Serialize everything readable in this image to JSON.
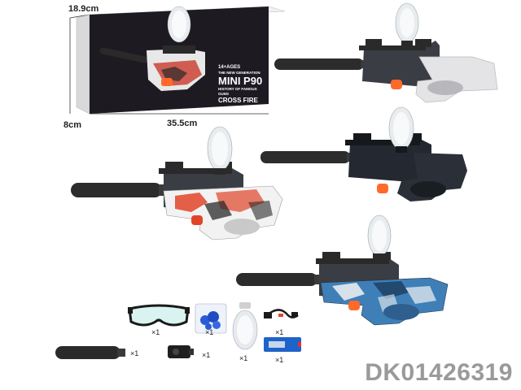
{
  "product_code": "DK01426319",
  "box": {
    "dim_height": "18.9cm",
    "dim_depth": "8cm",
    "dim_width": "35.5cm",
    "label_age": "14+AGES",
    "label_gen": "THE NEW GENERATION",
    "label_model": "MINI P90",
    "label_history": "HISTORY OF FAMOUS",
    "label_guns": "GUNS",
    "label_crossfire": "CROSS FIRE",
    "colors": {
      "front": "#1e1a22",
      "side": "#d9d9dc",
      "top": "#f1f1f3"
    }
  },
  "guns": [
    {
      "id": "white",
      "body_color": "#e4e4e7",
      "accent": "#ff6a2c"
    },
    {
      "id": "graffiti-red",
      "body_color": "#f2f2f2",
      "accent": "#e0452a"
    },
    {
      "id": "black",
      "body_color": "#2b3038",
      "accent": "#ff6a2c"
    },
    {
      "id": "camo-blue",
      "body_color": "#3f7fb8",
      "accent": "#ff6a2c"
    }
  ],
  "accessories": [
    {
      "id": "goggles",
      "qty": "×1"
    },
    {
      "id": "gel-balls",
      "qty": "×1"
    },
    {
      "id": "ammo-bottle",
      "qty": "×1"
    },
    {
      "id": "usb-charger",
      "qty": "×1"
    },
    {
      "id": "battery",
      "qty": "×1"
    },
    {
      "id": "silencer",
      "qty": "×1"
    },
    {
      "id": "adapter",
      "qty": "×1"
    }
  ]
}
